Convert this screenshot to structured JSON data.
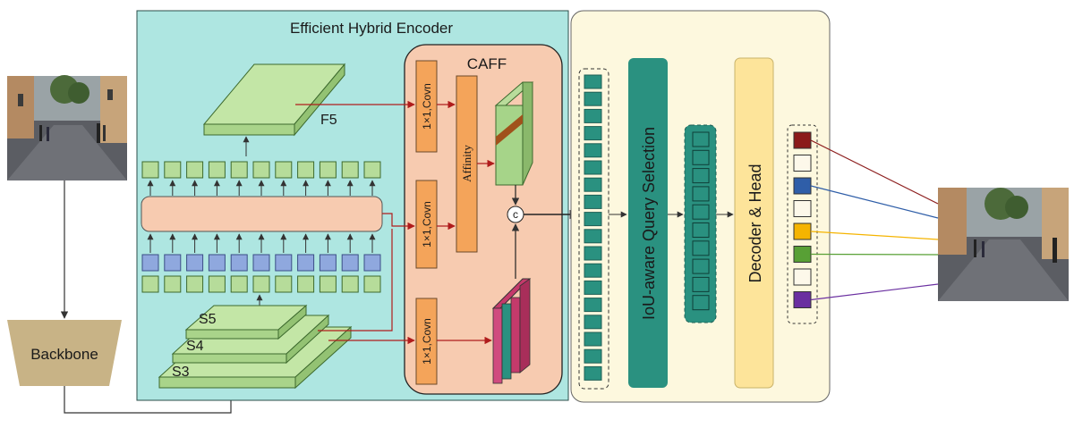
{
  "encoder": {
    "title": "Efficient Hybrid Encoder"
  },
  "caff": {
    "title": "CAFF",
    "conv_label": "1×1,Covn",
    "affinity_label": "Affinity",
    "concat_symbol": "c"
  },
  "backbone": {
    "label": "Backbone"
  },
  "features": {
    "f5": "F5",
    "s5": "S5",
    "s4": "S4",
    "s3": "S3"
  },
  "query_selection": {
    "label": "IoU-aware Query Selection"
  },
  "decoder": {
    "label": "Decoder & Head"
  },
  "predictions": {
    "colors": [
      "#8b1a1a",
      "#fdf8ea",
      "#2f5ea8",
      "#fdf8ea",
      "#f5b400",
      "#58a035",
      "#fdf8ea",
      "#6a2fa0"
    ]
  },
  "colors": {
    "encoder_bg": "#aee6e1",
    "caff_bg": "#f7cbb0",
    "decoder_panel_bg": "#fdf8de",
    "teal": "#2a9180",
    "green_token": "#b6dc9a",
    "blue_token": "#8fa8de",
    "orange": "#f4a45a",
    "backbone": "#c8b386",
    "decoder_bar": "#fde49a",
    "red_arrow": "#b01c1c"
  }
}
